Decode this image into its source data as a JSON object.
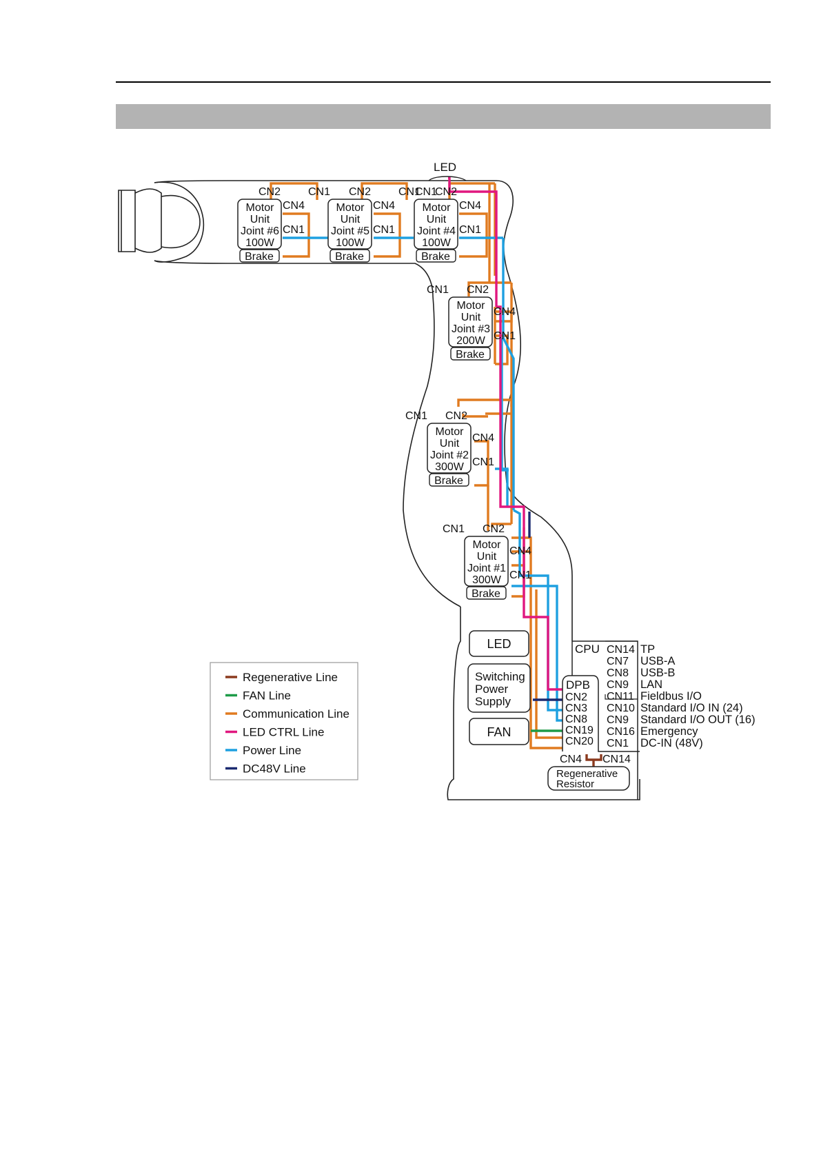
{
  "colors": {
    "regenerative": "#8B3A1E",
    "fan": "#1E9B48",
    "communication": "#E07B20",
    "led_ctrl": "#E0177F",
    "power": "#1EA0E0",
    "dc48v": "#1B2A70",
    "outline": "#222222"
  },
  "labels": {
    "led_top": "LED",
    "motor_line1": "Motor",
    "motor_line2": "Unit",
    "brake": "Brake",
    "cn1": "CN1",
    "cn2": "CN2",
    "cn4": "CN4"
  },
  "motors": [
    {
      "joint": "Joint #6",
      "power": "100W"
    },
    {
      "joint": "Joint #5",
      "power": "100W"
    },
    {
      "joint": "Joint #4",
      "power": "100W"
    },
    {
      "joint": "Joint #3",
      "power": "200W"
    },
    {
      "joint": "Joint #2",
      "power": "300W"
    },
    {
      "joint": "Joint #1",
      "power": "300W"
    }
  ],
  "controller": {
    "led": "LED",
    "psu": [
      "Switching",
      "Power",
      "Supply"
    ],
    "fan": "FAN",
    "dpb": {
      "title": "DPB",
      "connectors": [
        "CN2",
        "CN3",
        "CN8",
        "CN19",
        "CN20"
      ]
    },
    "cpu": {
      "title": "CPU",
      "connectors": [
        "CN14",
        "CN7",
        "CN8",
        "CN9",
        "CN11",
        "CN10",
        "CN9",
        "CN16",
        "CN1"
      ],
      "ports": [
        "TP",
        "USB-A",
        "USB-B",
        "LAN",
        "Fieldbus I/O",
        "Standard I/O IN (24)",
        "Standard I/O OUT (16)",
        "Emergency",
        "DC-IN (48V)"
      ]
    },
    "regen_cn_left": "CN4",
    "regen_cn_right": "CN14",
    "regen": [
      "Regenerative",
      "Resistor"
    ]
  },
  "legend": [
    {
      "label": "Regenerative  Line",
      "color": "#8B3A1E"
    },
    {
      "label": "FAN Line",
      "color": "#1E9B48"
    },
    {
      "label": "Communication Line",
      "color": "#E07B20"
    },
    {
      "label": "LED CTRL  Line",
      "color": "#E0177F"
    },
    {
      "label": "Power Line",
      "color": "#1EA0E0"
    },
    {
      "label": "DC48V Line",
      "color": "#1B2A70"
    }
  ]
}
